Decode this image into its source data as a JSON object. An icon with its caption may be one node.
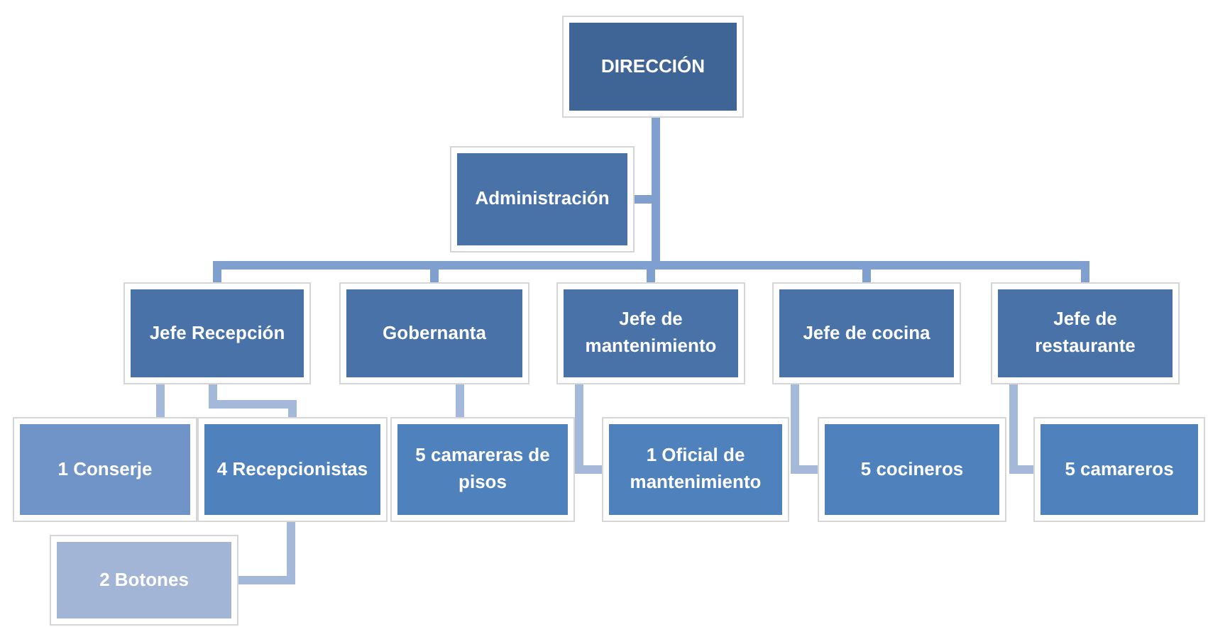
{
  "diagram": {
    "nodes": [
      {
        "text": [
          "DIRECCIÓN"
        ]
      },
      {
        "text": [
          "Administración"
        ]
      },
      {
        "text": [
          "Jefe Recepción"
        ]
      },
      {
        "text": [
          "Gobernanta"
        ]
      },
      {
        "text": [
          "Jefe de mantenimiento"
        ]
      },
      {
        "text": [
          "Jefe de cocina"
        ]
      },
      {
        "text": [
          "Jefe de restaurante"
        ]
      },
      {
        "text": [
          "1 Conserje"
        ]
      },
      {
        "text": [
          "4 Recepcionistas"
        ]
      },
      {
        "text": [
          "5 camareras de pisos"
        ]
      },
      {
        "text": [
          "1 Oficial de mantenimiento"
        ]
      },
      {
        "text": [
          "5 cocineros"
        ]
      },
      {
        "text": [
          "5 camareros"
        ]
      },
      {
        "text": [
          "2 Botones"
        ]
      }
    ],
    "edges": [
      {
        "from": 0,
        "to": 1,
        "arrow": "none"
      },
      {
        "from": 0,
        "to": 2,
        "arrow": "none"
      },
      {
        "from": 0,
        "to": 3,
        "arrow": "none"
      },
      {
        "from": 0,
        "to": 4,
        "arrow": "none"
      },
      {
        "from": 0,
        "to": 5,
        "arrow": "none"
      },
      {
        "from": 0,
        "to": 6,
        "arrow": "none"
      },
      {
        "from": 2,
        "to": 7,
        "arrow": "none",
        "color": "#a4b8da"
      },
      {
        "from": 2,
        "to": 8,
        "arrow": "none",
        "color": "#a4b8da"
      },
      {
        "from": 3,
        "to": 9,
        "arrow": "none",
        "color": "#a4b8da"
      },
      {
        "from": 8,
        "to": 13,
        "arrow": "none",
        "color": "#a4b8da"
      },
      {
        "from": 4,
        "to": 10,
        "arrow": "none",
        "color": "#a4b8da"
      },
      {
        "from": 5,
        "to": 11,
        "arrow": "none",
        "color": "#a4b8da"
      },
      {
        "from": 6,
        "to": 12,
        "arrow": "none",
        "color": "#a4b8da"
      }
    ]
  }
}
